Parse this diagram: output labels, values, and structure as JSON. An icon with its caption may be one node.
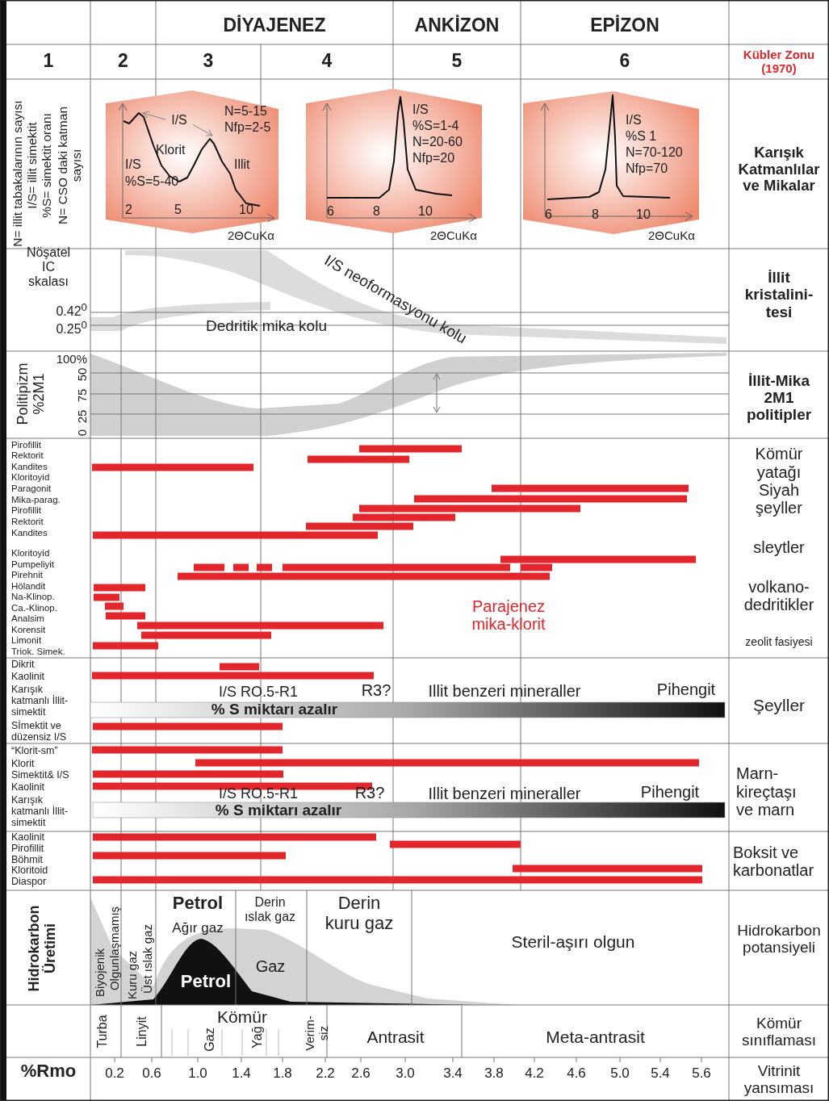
{
  "diagram": {
    "nodes": [
      {
        "text": [
          "N=5-15",
          "Nfp=2-5",
          "Klorit",
          "Illit",
          "I/S",
          "%S=5-40",
          "2",
          "5",
          "10"
        ],
        "beside": [
          "2ΘCuKα"
        ]
      },
      {
        "text": [
          "I/S"
        ],
        "in": 0
      },
      {
        "text": [
          "I/S",
          "%S=1-4",
          "N=20-60",
          "Nfp=20",
          "6",
          "8",
          "10"
        ],
        "beside": [
          "2ΘCuKα"
        ]
      },
      {
        "text": [
          "I/S",
          "%S 1",
          "N=70-120",
          "Nfp=70",
          "6",
          "8",
          "10"
        ],
        "beside": [
          "2ΘCuKα"
        ]
      }
    ],
    "edges": [
      {
        "from": 1,
        "to": null,
        "arrow": "to"
      },
      {
        "from": 1,
        "to": null,
        "arrow": "to"
      }
    ],
    "labels": [
      "DİYAJENEZ",
      "ANKİZON",
      "EPİZON",
      "1",
      "2",
      "3",
      "4",
      "5",
      "6",
      "Kübler Zonu (1970)",
      "N= illit tabakalarının sayısı",
      "I/S= illit simektit",
      "%S= simektit oranı",
      "N= CSO daki katman sayısı",
      "Karışık Katmanlılar ve Mikalar",
      "Nöşatel IC skalası",
      "0.42$^{0}$",
      "0.25$^{0}$",
      "Dedritik mika kolu",
      "I/S neoformasyonu kolu",
      "İllit kristalini- tesi",
      "Politipizm %2M1",
      "100%",
      "50",
      "75",
      "25",
      "0",
      "İllit-Mika 2M1 politipler",
      "Pirofillit",
      "Rektorit",
      "Kandites",
      "Kloritoyid",
      "Paragonit",
      "Mika-parag.",
      "Pirofillit",
      "Rektorit",
      "Kandites",
      "Kloritoyid",
      "Pumpeliyit",
      "Pirehnit",
      "Hölandit",
      "Na-Klinop.",
      "Ca.-Klinop.",
      "Analsim",
      "Korensit",
      "Limonit",
      "Triok. Simek.",
      "Parajenez mika-klorit",
      "Kömür yatağı Siyah şeyller",
      "sleytler",
      "volkano- dedritikler",
      "zeolit fasiyesi",
      "Dikrit",
      "Kaolinit",
      "Karışık katmanlı İllit-simektit",
      "Sİmektit ve düzensiz I/S",
      "I/S RO.5-R1",
      "R3?",
      "Illit benzeri mineraller",
      "Pihengit",
      "% S miktarı azalır",
      "Şeyller",
      "“Klorit-sm”",
      "Klorit",
      "Simektit& I/S",
      "Kaolinit",
      "Karışık katmanlı İllit-simektit",
      "I/S RO.5-R1",
      "R3?",
      "Illit benzeri mineraller",
      "Pihengit",
      "% S miktarı azalır",
      "Marn- kireçtaşı ve marn",
      "Kaolinit",
      "Pirofillit",
      "Böhmit",
      "Kloritoid",
      "Diaspor",
      "Boksit ve karbonatlar",
      "Hidrokarbon Üretimi",
      "Biyojenik",
      "Olgunlaşmamış",
      "Kuru gaz",
      "Üst ıslak gaz",
      "Petrol",
      "Ağır gaz",
      "Derin ıslak gaz",
      "Derin kuru gaz",
      "Gaz",
      "Petrol",
      "Steril-aşırı olgun",
      "Hidrokarbon potansiyeli",
      "Turba",
      "Linyit",
      "Kömür",
      "Gaz",
      "Yağ",
      "Verim- siz",
      "Antrasit",
      "Meta-antrasit",
      "Kömür sınıflaması",
      "%Rmo",
      "0.2",
      "0.6",
      "1.0",
      "1.4",
      "1.8",
      "2.2",
      "2.6",
      "3.0",
      "3.4",
      "3.8",
      "4.2",
      "4.6",
      "5.0",
      "5.4",
      "5.6",
      "Vitrinit yansıması"
    ]
  }
}
